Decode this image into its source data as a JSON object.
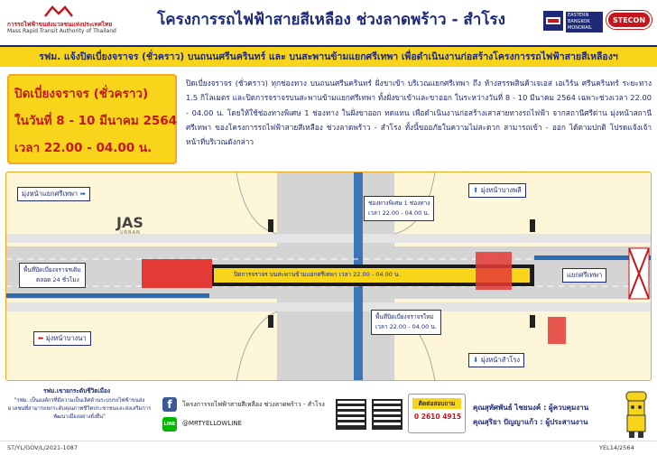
{
  "header": {
    "org_name_th": "การรถไฟฟ้าขนส่งมวลชนแห่งประเทศไทย",
    "org_name_en": "Mass Rapid Transit Authority of Thailand",
    "title": "โครงการรถไฟฟ้าสายสีเหลือง ช่วงลาดพร้าว - สำโรง",
    "ebm_logo_text": "EASTERN BANGKOK MONORAIL",
    "stecon_logo_text": "STECON"
  },
  "subheader": "รฟม. แจ้งปิดเบี่ยงจราจร (ชั่วคราว) บนถนนศรีนครินทร์ และ บนสะพานข้ามแยกศรีเทพา เพื่อดำเนินงานก่อสร้างโครงการรถไฟฟ้าสายสีเหลืองฯ",
  "closure_box": {
    "line1": "ปิดเบี่ยงจราจร (ชั่วคราว)",
    "line2": "ในวันที่ 8 - 10 มีนาคม 2564",
    "line3": "เวลา 22.00 - 04.00 น."
  },
  "paragraph": "ปิดเบี่ยงจราจร (ชั่วคราว) ทุกช่องทาง บนถนนศรีนครินทร์ ฝั่งขาเข้า บริเวณแยกศรีเทพา ถึง ห้างสรรพสินค้าเจเอส เอเวิร์น ศรีนครินทร์ ระยะทาง 1.5 กิโลเมตร และปิดการจราจรบนสะพานข้ามแยกศรีเทพา ทั้งฝั่งขาเข้าและขาออก ในระหว่างวันที่ 8 - 10 มีนาคม 2564 เฉพาะช่วงเวลา 22.00 - 04.00 น. โดยให้ใช้ช่องทางพิเศษ 1 ช่องทาง ในฝั่งขาออก ทดแทน เพื่อดำเนินงานก่อสร้างเสาสายทางรถไฟฟ้า จากสถานีศรีด่าน มุ่งหน้าสถานีศรีเทพา ของโครงการรถไฟฟ้าสายสีเหลือง ช่วงลาดพร้าว - สำโรง ทั้งนี้ขออภัยในความไม่สะดวก สามารถเข้า - ออก ได้ตามปกติ โปรดแจ้งเจ้าหน้าที่บริเวณดังกล่าว",
  "map": {
    "to_srithepha": "มุ่งหน้าแยกศรีเทพา",
    "to_bangna": "มุ่งหน้าบางนา",
    "to_bangphli": "มุ่งหน้าบางพลี",
    "to_samrong": "มุ่งหน้าสำโรง",
    "jas_logo": "JAS",
    "jas_sub": "URBAN",
    "construction_area": "พื้นที่ปิดเบี่ยงจราจรเดิม",
    "construction_area_sub": "ตลอด 24 ชั่วโมง",
    "special_lane_line1": "ช่องทางพิเศษ 1 ช่องทาง",
    "special_lane_line2": "เวลา 22.00 - 04.00 น.",
    "bridge_closure": "ปิดการจราจร บนสะพานข้ามแยกศรีเทพา เวลา 22.00 - 04.00 น.",
    "srithepha_junction": "แยกศรีเทพา",
    "new_area_line1": "พื้นที่ปิดเบี่ยงจราจรใหม่",
    "new_area_line2": "เวลา 22.00 - 04.00 น."
  },
  "footer": {
    "note_title": "รฟม.เขายกระดับชีวิตเมือง",
    "note_text": "\"รฟม. เป็นองค์กรที่มีความเป็นเลิศด้านระบบรถไฟฟ้าขนส่งมวลชนที่สามารถยกระดับคุณภาพชีวิตประชาชนและส่งเสริมการพัฒนาเมืองอย่างยั่งยืน\"",
    "facebook": "โครงการรถไฟฟ้าสายสีเหลือง ช่วงลาดพร้าว - สำโรง",
    "line": "@MRTYELLOWLINE",
    "contact_label": "ติดต่อสอบถาม",
    "contact_phone": "0 2610 4915",
    "person1": "คุณสุทัศพันธ์ ไชยนงค์ : ผู้ควบคุมงาน",
    "person2": "คุณสุริยา ปัญญาแก้ว : ผู้ประสานงาน",
    "doc_code_left": "ST/YL/GOV/L/2021-1087",
    "doc_code_right": "YEL14/2564"
  },
  "colors": {
    "navy": "#1e2a78",
    "yellow": "#f8d41b",
    "red": "#c4161c",
    "blue_arrow": "#2b6cb0"
  }
}
